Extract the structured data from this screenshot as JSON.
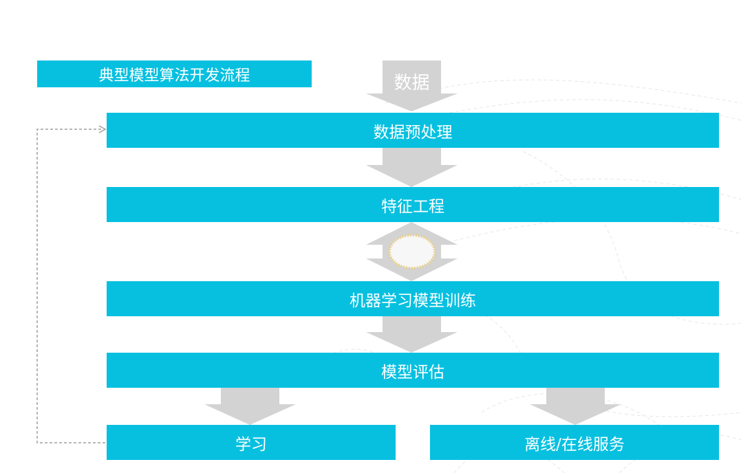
{
  "title": "典型模型算法开发流程",
  "input": "数据",
  "steps": {
    "preprocess": "数据预处理",
    "features": "特征工程",
    "training": "机器学习模型训练",
    "evaluation": "模型评估",
    "learning": "学习",
    "serving": "离线/在线服务"
  },
  "colors": {
    "box": "#07c0e0",
    "arrow": "#d3d3d3",
    "dashed": "#9e9e9e",
    "exchange": "#e8cf8e"
  },
  "icons": {
    "feedback": "dashed-feedback-arrow",
    "exchange": "double-headed-arrow",
    "exchange_center": "dotted-ellipse"
  }
}
